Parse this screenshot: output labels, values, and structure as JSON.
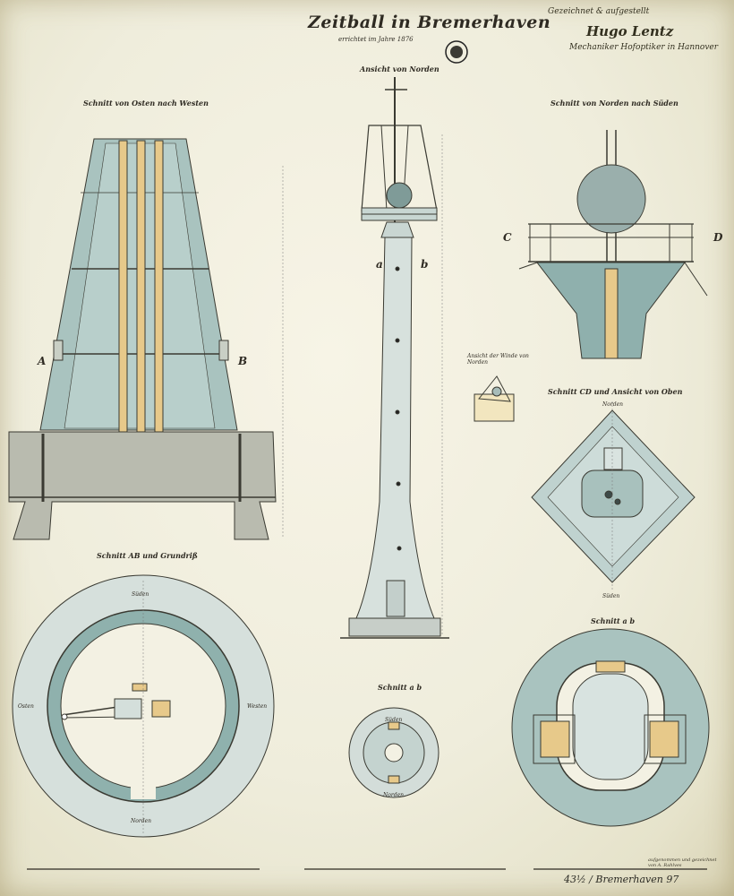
{
  "title": "Zeitball in Bremerhaven",
  "subtitle": "errichtet im Jahre 1876",
  "views": {
    "north_elevation": "Ansicht von Norden",
    "section_east_west": "Schnitt von Osten nach Westen",
    "section_north_south": "Schnitt von Norden nach Süden",
    "section_ab_plan": "Schnitt AB und Grundriß",
    "section_ab_small": "Schnitt a b",
    "section_cd_top": "Schnitt CD und Ansicht von Oben",
    "section_ab_right": "Schnitt a b",
    "winch_view": "Ansicht der Winde von Norden"
  },
  "section_letters": {
    "a": "A",
    "b": "B",
    "c": "C",
    "d": "D",
    "lower_a": "a",
    "lower_b": "b"
  },
  "compass": {
    "north": "Norden",
    "south": "Süden",
    "east": "Osten",
    "west": "Westen"
  },
  "handwriting": {
    "line1": "Gezeichnet & aufgestellt",
    "signature": "Hugo Lentz",
    "line2": "Mechaniker Hofoptiker in Hannover"
  },
  "archive_ref": "43½ / Bremerhaven 97",
  "credit": {
    "line1": "aufgenommen und gezeichnet",
    "line2": "von A. Rahlves"
  },
  "colors": {
    "paper": "#efeddc",
    "ink": "#2e2a22",
    "steel": "#9fb8b4",
    "wood": "#e7c98a",
    "stone": "#b7b9ac"
  }
}
